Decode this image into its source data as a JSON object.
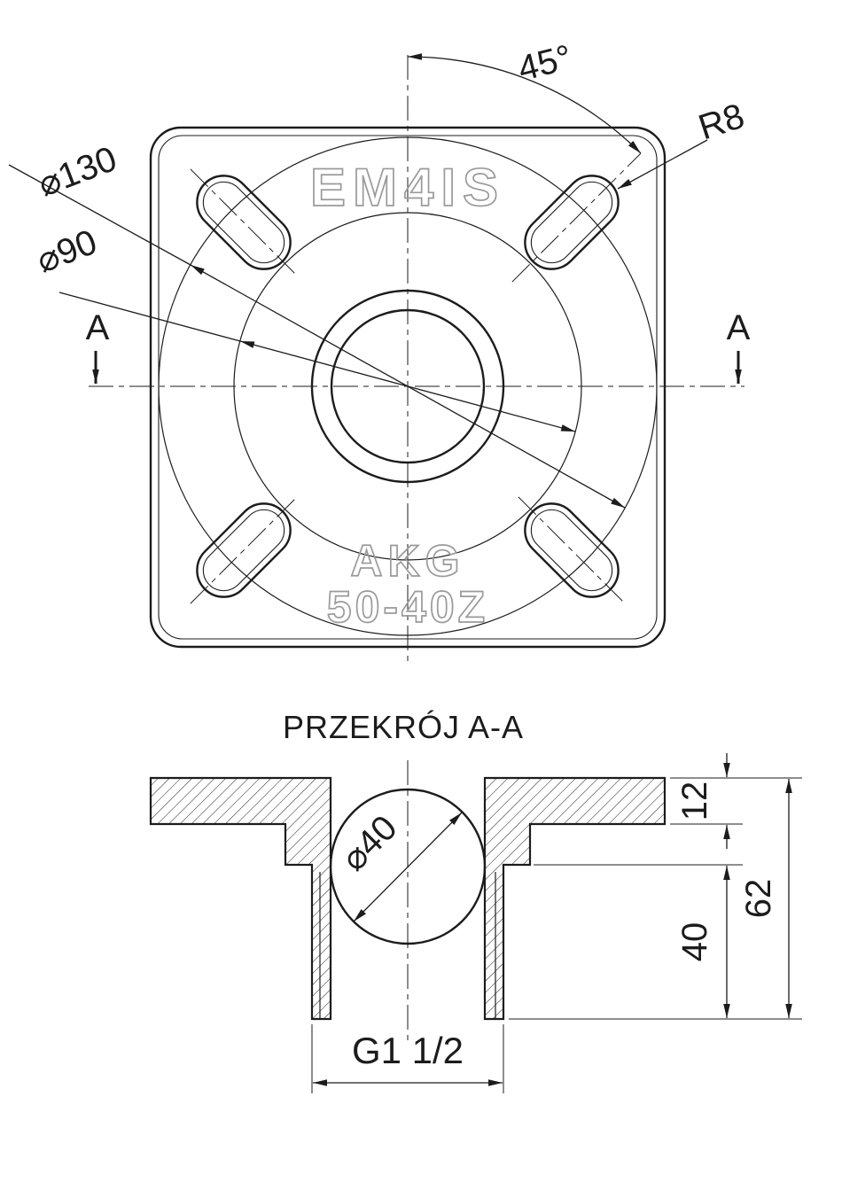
{
  "drawing": {
    "colors": {
      "background": "#ffffff",
      "line": "#1c1c1c",
      "engraved": "#9a9a9a"
    },
    "top_view": {
      "brand": "EM4IS",
      "maker": "AKG",
      "model": "50-40Z",
      "dim_angle": "45°",
      "dim_slot_radius": "R8",
      "dim_outer_circle": "⌀130",
      "dim_boss_circle": "⌀90",
      "section_mark_left": "A",
      "section_mark_right": "A"
    },
    "section_view": {
      "title": "PRZEKRÓJ A-A",
      "dim_ball_bore": "⌀40",
      "dim_flange_thickness": "12",
      "dim_total_height": "62",
      "dim_hub_length": "40",
      "dim_thread": "G1 1/2"
    }
  }
}
